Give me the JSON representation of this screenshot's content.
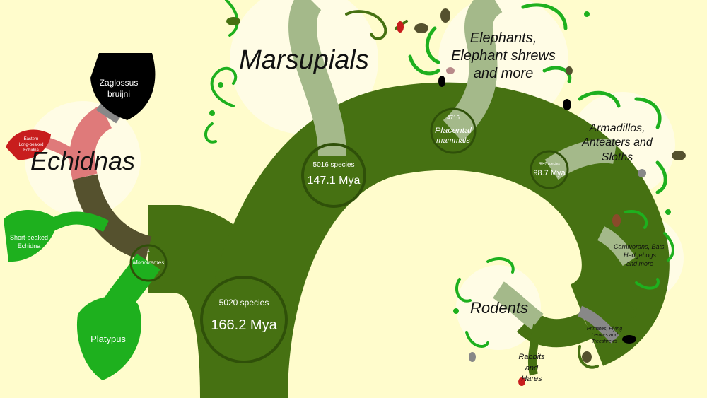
{
  "colors": {
    "background": "#fffccc",
    "trunk": "#467112",
    "node_ring": "#2f5009",
    "bright_green": "#1eb01e",
    "sage": "#a4b98a",
    "echidna_pink": "#df7a7a",
    "echidna_red": "#c81d1d",
    "grey_branch": "#888888",
    "dark_olive": "#55512e",
    "halo": "#fffce8"
  },
  "nodes": {
    "root": {
      "species": "5020 species",
      "age": "166.2 Mya"
    },
    "marsupial_split": {
      "species": "5016 species",
      "age": "147.1 Mya"
    },
    "placental": {
      "count": "4716",
      "name": "Placental mammals"
    },
    "boreo": {
      "species": "4647 species",
      "age": "98.7 Mya"
    },
    "monotremes": {
      "count": "4",
      "name": "Monotremes"
    }
  },
  "clades": {
    "marsupials": "Marsupials",
    "echidnas": "Echidnas",
    "elephants": [
      "Elephants,",
      "Elephant shrews",
      "and more"
    ],
    "armadillos": [
      "Armadillos,",
      "Anteaters and",
      "Sloths"
    ],
    "carnivorans": [
      "Carnivorans, Bats,",
      "Hedgehogs",
      "and more"
    ],
    "rodents": "Rodents",
    "rabbits": [
      "Rabbits",
      "and",
      "Hares"
    ],
    "primates": [
      "Primates, Flying",
      "Lemurs and",
      "Treeshrews"
    ]
  },
  "leaves": {
    "zaglossus": [
      "Zaglossus",
      "bruijni"
    ],
    "eastern": [
      "Eastern",
      "Long-beaked",
      "Echidna"
    ],
    "short_beaked": [
      "Short-beaked",
      "Echidna"
    ],
    "platypus": "Platypus"
  }
}
